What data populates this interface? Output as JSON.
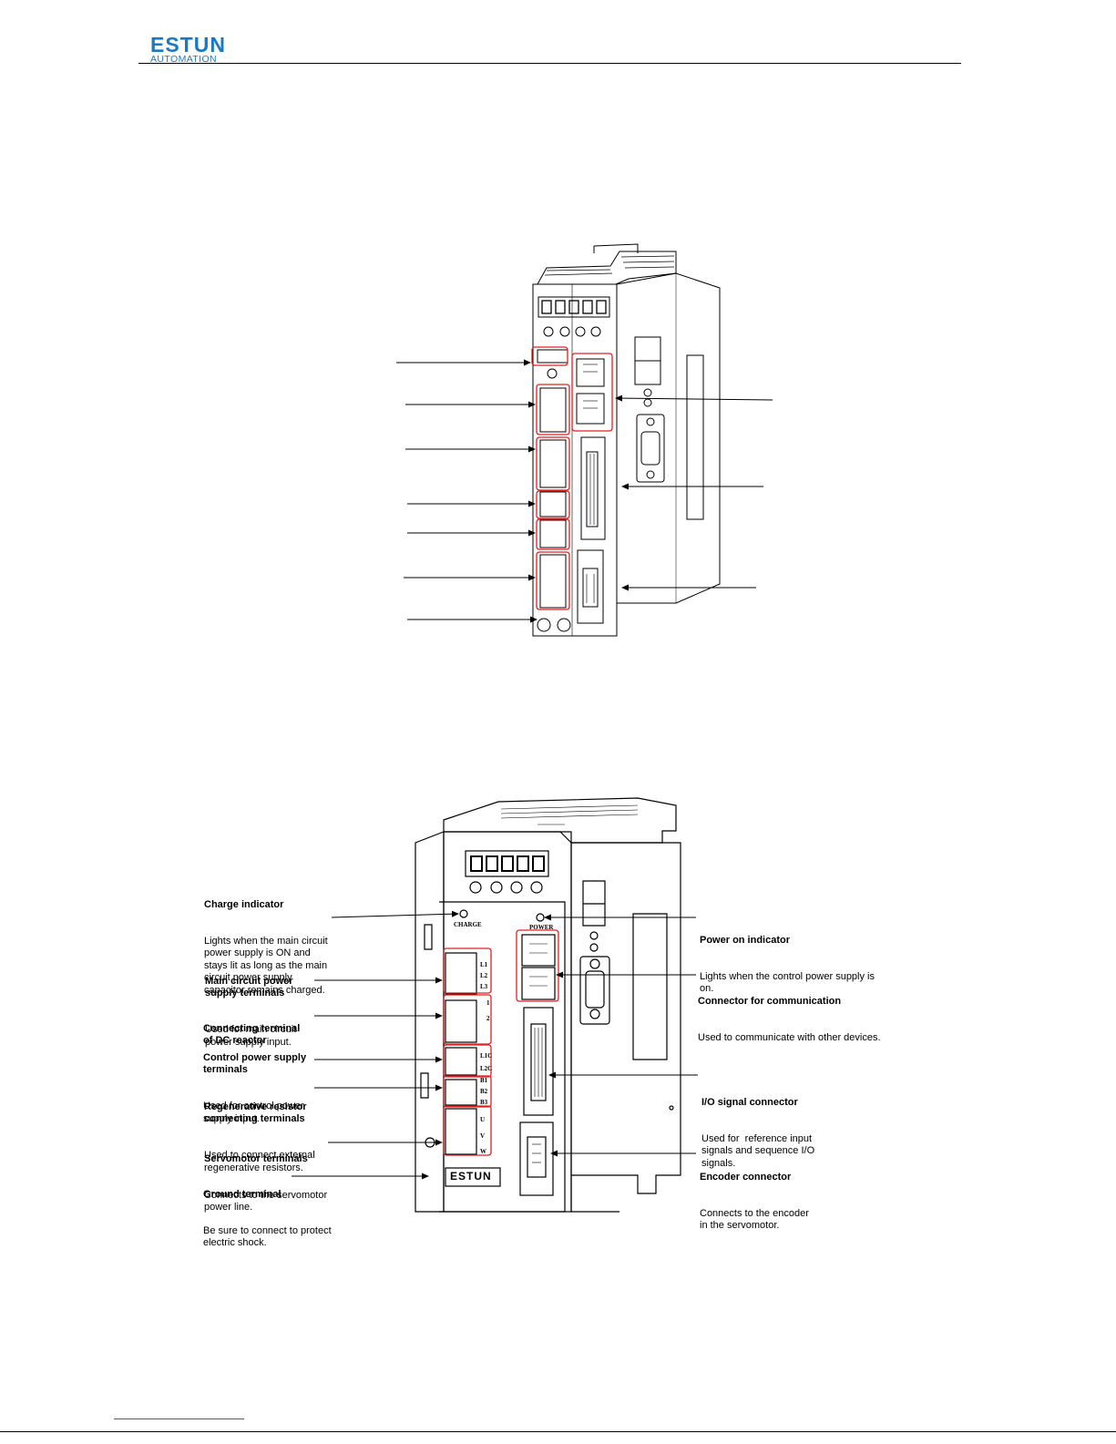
{
  "header": {
    "brand": "ESTUN",
    "brand_sub": "AUTOMATION"
  },
  "figure2": {
    "panel_text": {
      "charge": "CHARGE",
      "power": "POWER",
      "brand_plate": "ESTUN",
      "terminals": [
        "L1",
        "L2",
        "L3",
        "1",
        "2",
        "L1C",
        "L2C",
        "B1",
        "B2",
        "B3",
        "U",
        "V",
        "W"
      ]
    },
    "left_callouts": [
      {
        "title": "Charge indicator",
        "desc": "Lights when the main circuit\npower supply is ON and\nstays lit as long as the main\ncircuit power supply\ncapacitor remains charged."
      },
      {
        "title": "Main circuit power\nsupply terminals",
        "desc": "Used for main circuit\npower supply input."
      },
      {
        "title": "Connecting terminal\nof DC reactor",
        "desc": ""
      },
      {
        "title": "Control power supply\nterminals",
        "desc": "Used for control power\nsupply input."
      },
      {
        "title": "Regenerative resistor\nconnecting terminals",
        "desc": "Used to connect external\nregenerative resistors."
      },
      {
        "title": "Servomotor terminals",
        "desc": "Connects to the servomotor\npower line."
      },
      {
        "title": "Ground terminal",
        "desc": "Be sure to connect to protect\nelectric shock."
      }
    ],
    "right_callouts": [
      {
        "title": "Power on indicator",
        "desc": "Lights when the control power supply is\non."
      },
      {
        "title": "Connector for communication",
        "desc": "Used to communicate with other devices."
      },
      {
        "title": "I/O signal connector",
        "desc": "Used for  reference input\nsignals and sequence I/O\nsignals."
      },
      {
        "title": "Encoder connector",
        "desc": "Connects to the encoder\nin the servomotor."
      }
    ]
  }
}
